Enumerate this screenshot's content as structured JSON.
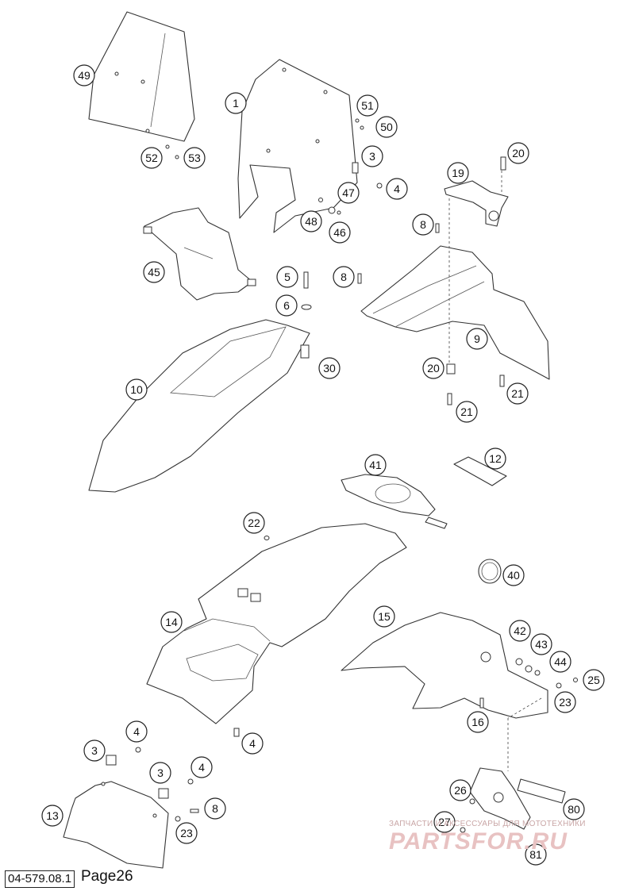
{
  "diagram": {
    "callouts": [
      "49",
      "1",
      "51",
      "50",
      "52",
      "53",
      "3",
      "4",
      "47",
      "48",
      "46",
      "20",
      "19",
      "8",
      "45",
      "5",
      "8",
      "6",
      "30",
      "9",
      "10",
      "20",
      "21",
      "21",
      "12",
      "41",
      "22",
      "40",
      "14",
      "15",
      "42",
      "43",
      "44",
      "25",
      "23",
      "16",
      "4",
      "4",
      "3",
      "4",
      "3",
      "8",
      "13",
      "23",
      "26",
      "80",
      "27",
      "81"
    ]
  },
  "footer": {
    "doc_number": "04-579.08.1",
    "page_label": "Page26"
  },
  "watermark": {
    "line1": "ЗАПЧАСТИ И АКСЕССУАРЫ ДЛЯ МОТОТЕХНИКИ",
    "line2": "PARTSFOR.RU"
  }
}
